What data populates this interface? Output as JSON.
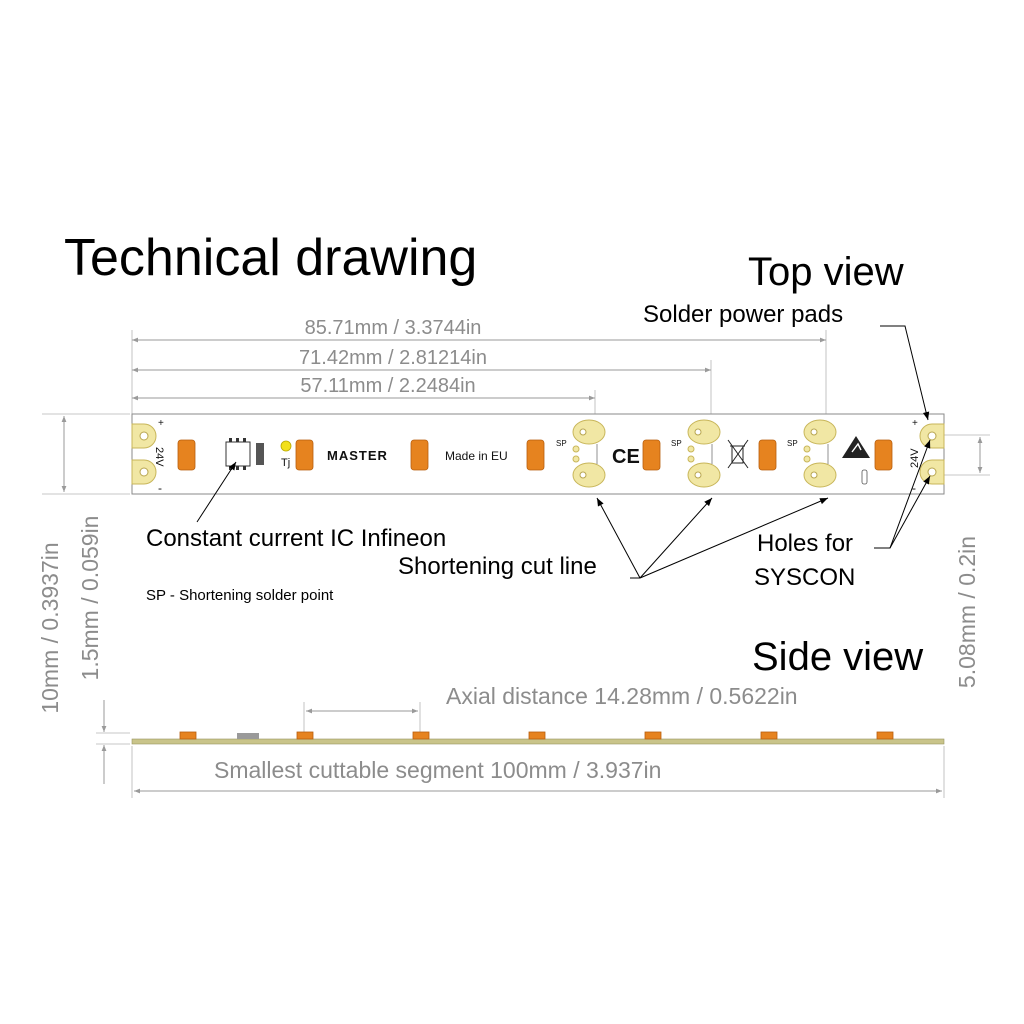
{
  "title": "Technical drawing",
  "top_view": {
    "heading": "Top view",
    "dimensions": [
      "85.71mm / 3.3744in",
      "71.42mm / 2.81214in",
      "57.11mm / 2.2484in"
    ],
    "height_dimension": "10mm / 0.3937in",
    "pad_spacing_dimension": "5.08mm / 0.2in",
    "labels": {
      "solder_pads": "Solder power pads",
      "ic": "Constant current IC Infineon",
      "cut_line": "Shortening cut line",
      "holes": "Holes for\nSYSCON",
      "sp_note": "SP - Shortening solder point"
    },
    "strip_text": {
      "voltage": "24V",
      "plus": "+",
      "minus": "-",
      "brand": "MASTER",
      "origin": "Made in EU",
      "sp": "SP",
      "ce": "CE",
      "tj": "Tj"
    }
  },
  "side_view": {
    "heading": "Side view",
    "thickness_dimension": "1.5mm / 0.059in",
    "axial_distance": "Axial distance 14.28mm / 0.5622in",
    "segment": "Smallest cuttable segment 100mm / 3.937in"
  },
  "colors": {
    "led": "#e6831f",
    "pad": "#f1e7a4",
    "dimension": "#8c8c8c"
  }
}
